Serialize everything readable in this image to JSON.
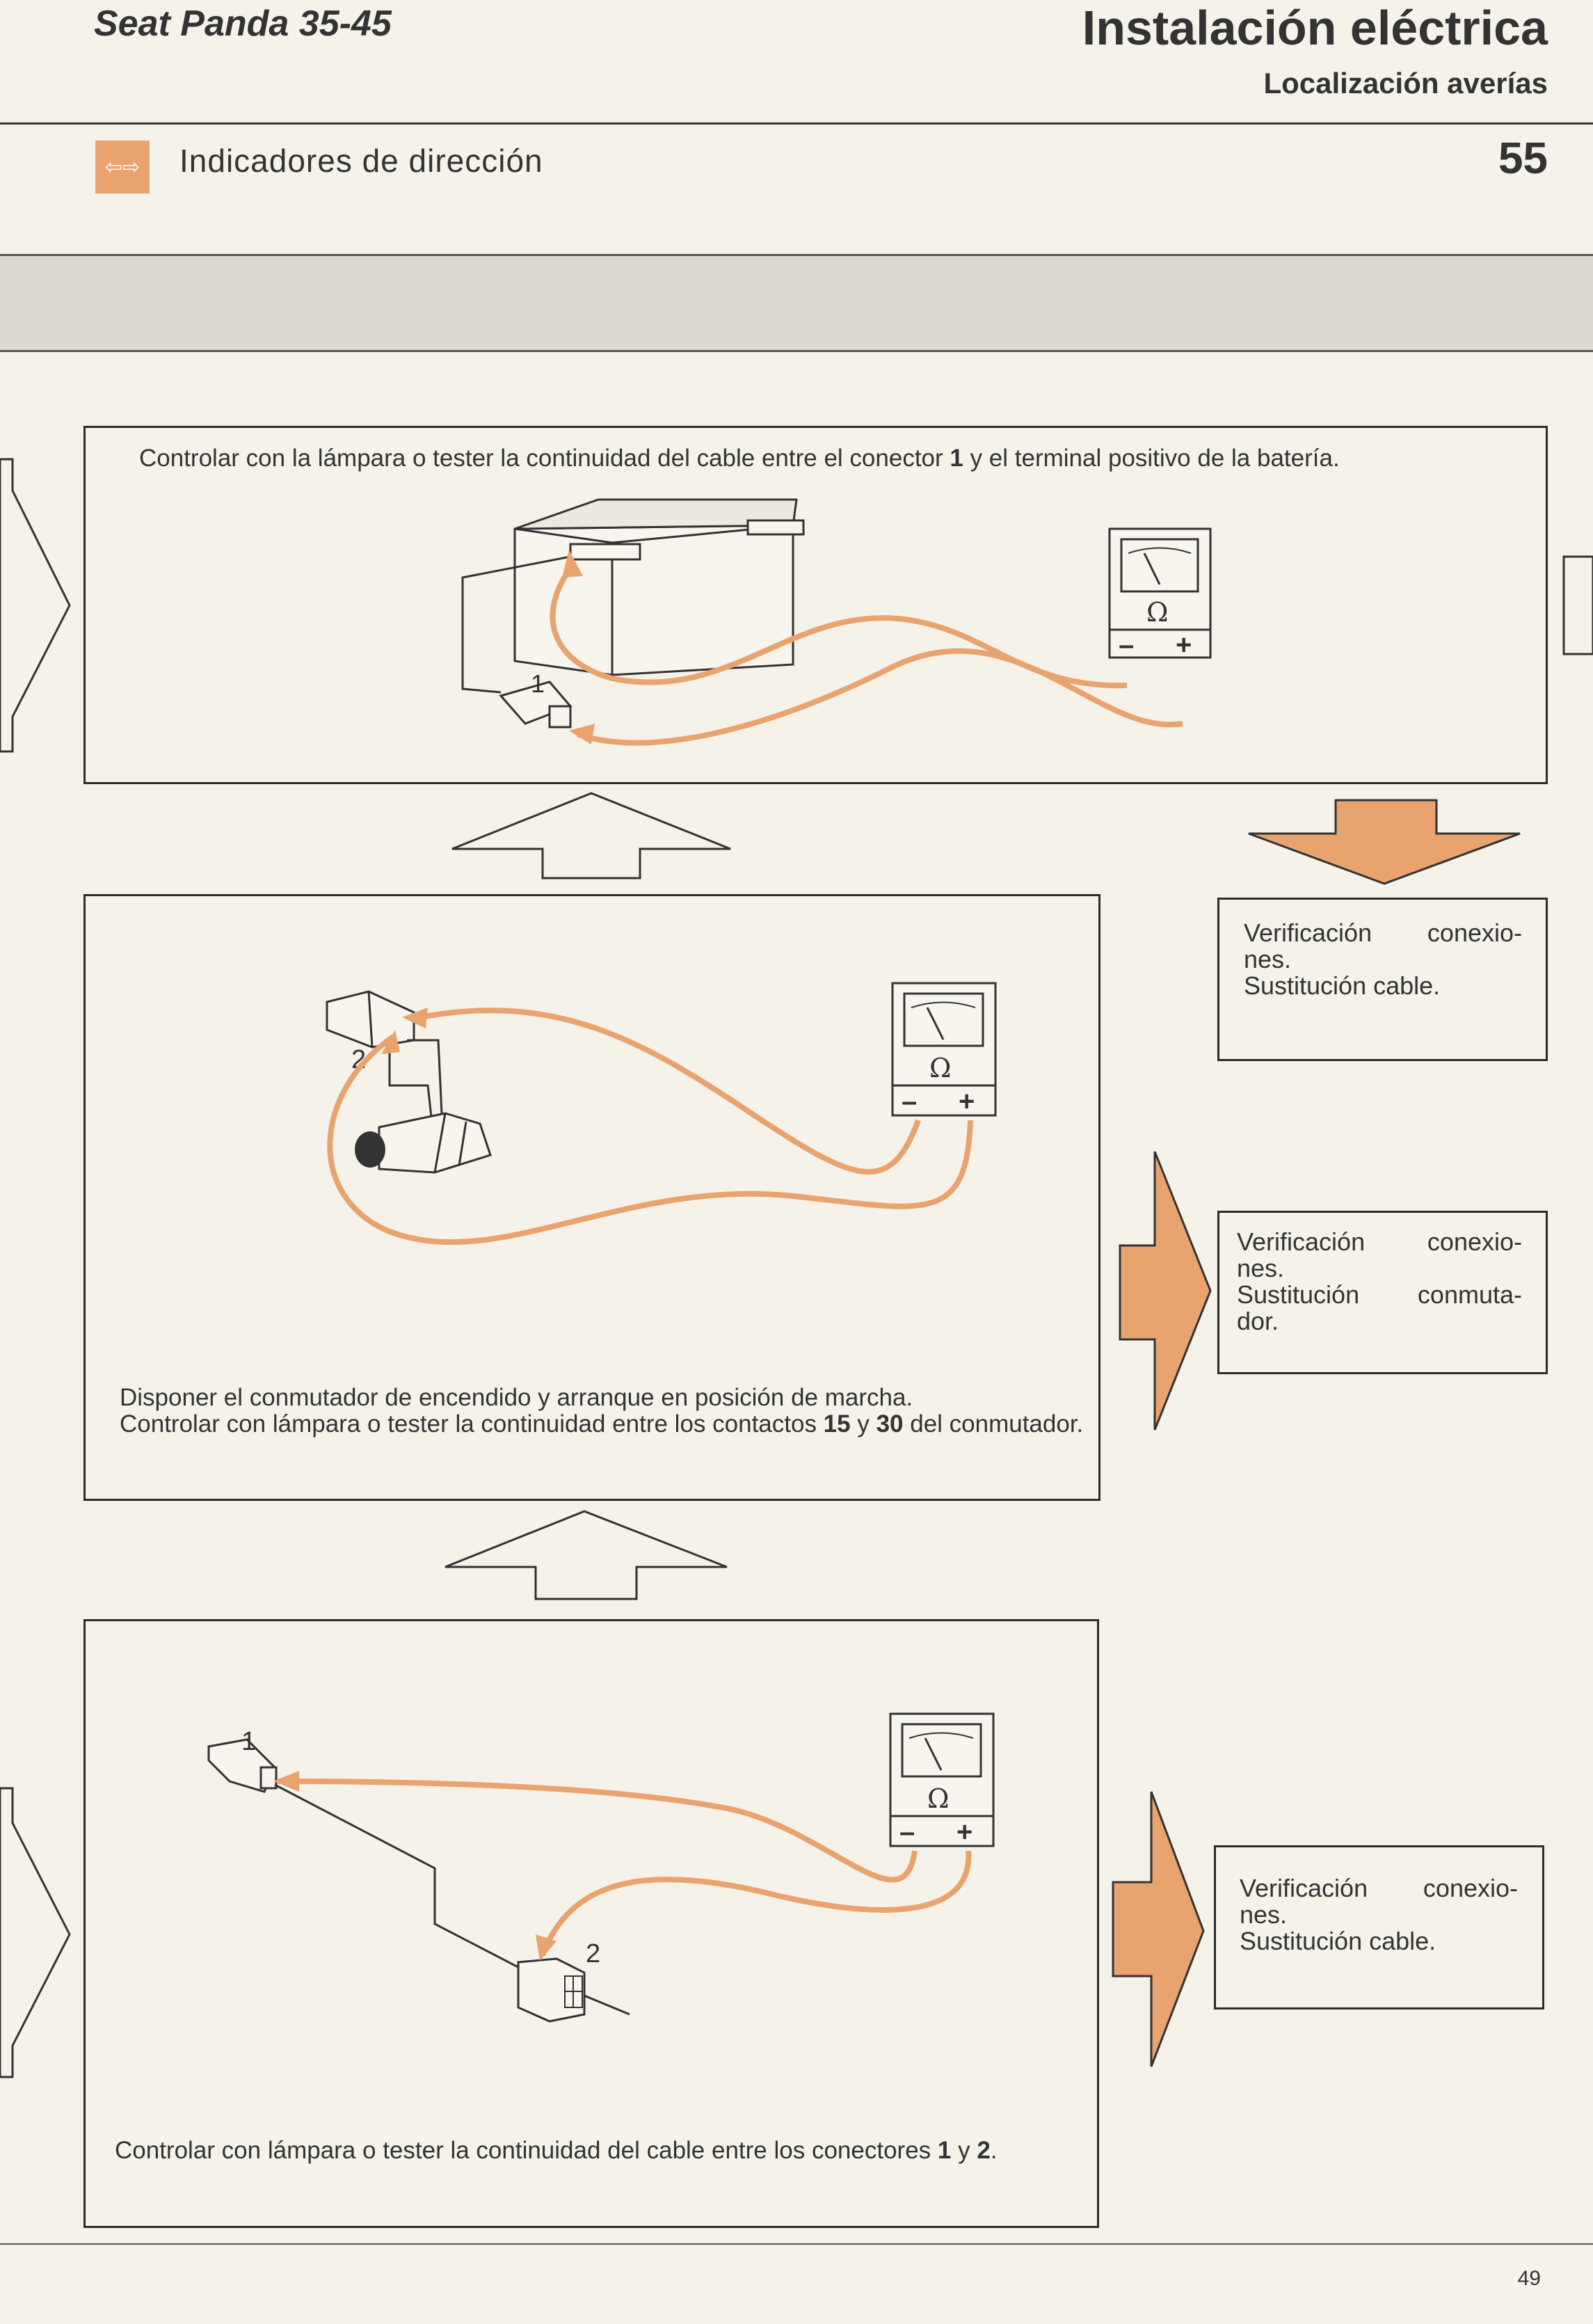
{
  "header": {
    "model": "Seat Panda 35-45",
    "title": "Instalación eléctrica",
    "subtitle": "Localización averías"
  },
  "section": {
    "icon": "turn-signal-arrows-icon",
    "title": "Indicadores de dirección",
    "number": "55"
  },
  "colors": {
    "accent": "#e8a36e",
    "line": "#2b2b2b",
    "paper": "#f5f2ea"
  },
  "steps": [
    {
      "text_a": "Controlar con la lámpara o tester la continuidad del cable entre el conector ",
      "bold_a": "1",
      "text_b": " y el terminal positivo de la batería.",
      "label_1": "1",
      "meter_symbol": "Ω",
      "meter_minus": "–",
      "meter_plus": "+"
    },
    {
      "line_1": "Disponer el conmutador de encendido y arranque en posición de marcha.",
      "text_a": "Controlar con lámpara o tester la continuidad entre los contactos ",
      "bold_a": "15",
      "text_b": " y ",
      "bold_b": "30",
      "text_c": " del conmutador.",
      "label_2": "2",
      "meter_symbol": "Ω",
      "meter_minus": "–",
      "meter_plus": "+"
    },
    {
      "text_a": "Controlar con lámpara o tester la continuidad del cable entre los conectores ",
      "bold_a": "1",
      "text_b": " y ",
      "bold_b": "2",
      "text_c": ".",
      "label_1": "1",
      "label_2": "2",
      "meter_symbol": "Ω",
      "meter_minus": "–",
      "meter_plus": "+"
    }
  ],
  "outcomes": [
    {
      "line_1": "Verificación conexio-",
      "line_2": "nes.",
      "line_3": "Sustitución cable."
    },
    {
      "line_1": "Verificación conexio-",
      "line_2": "nes.",
      "line_3": "Sustitución conmuta-",
      "line_4": "dor."
    },
    {
      "line_1": "Verificación conexio-",
      "line_2": "nes.",
      "line_3": "Sustitución cable."
    }
  ],
  "footer": {
    "page": "49"
  }
}
